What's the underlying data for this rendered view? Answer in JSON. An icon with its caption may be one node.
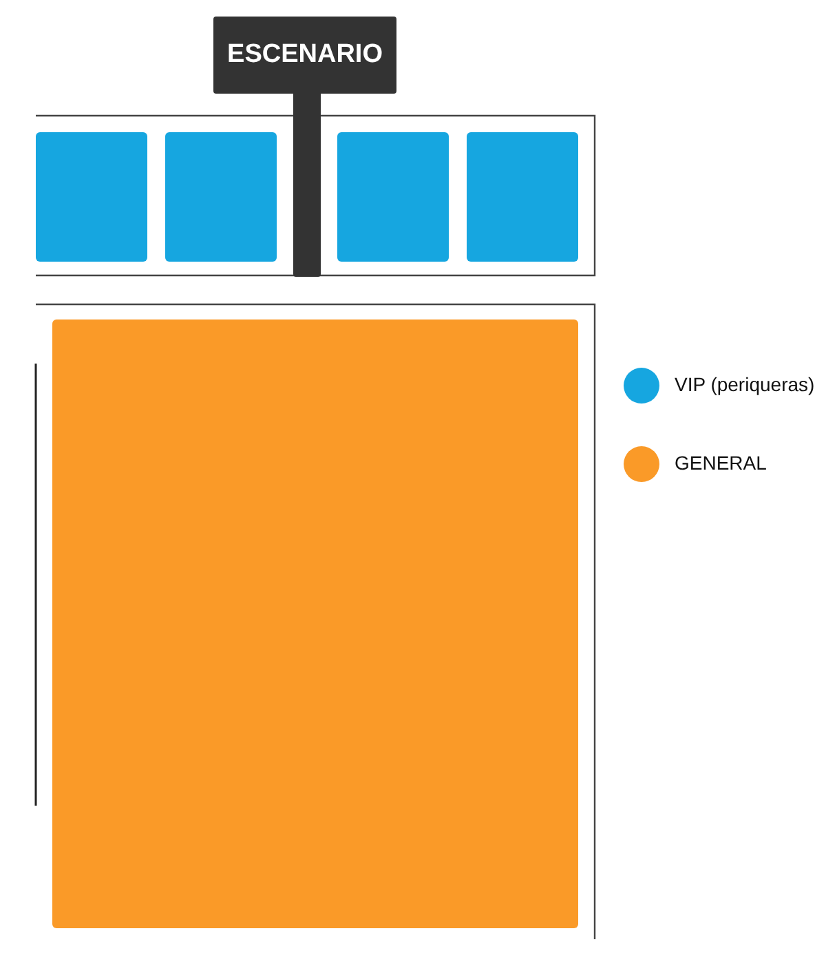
{
  "diagram": {
    "nodes": [
      {
        "text": [
          "ESCENARIO"
        ]
      },
      {
        "text": [],
        "shape": "box"
      },
      {
        "text": [],
        "shape": "box"
      },
      {
        "text": [],
        "shape": "box"
      },
      {
        "text": [],
        "shape": "box"
      },
      {
        "text": [],
        "shape": "box"
      }
    ],
    "legend": [
      {
        "text": "VIP (periqueras)",
        "color": "#16a6e0"
      },
      {
        "text": "GENERAL",
        "color": "#fa9a28"
      }
    ]
  }
}
